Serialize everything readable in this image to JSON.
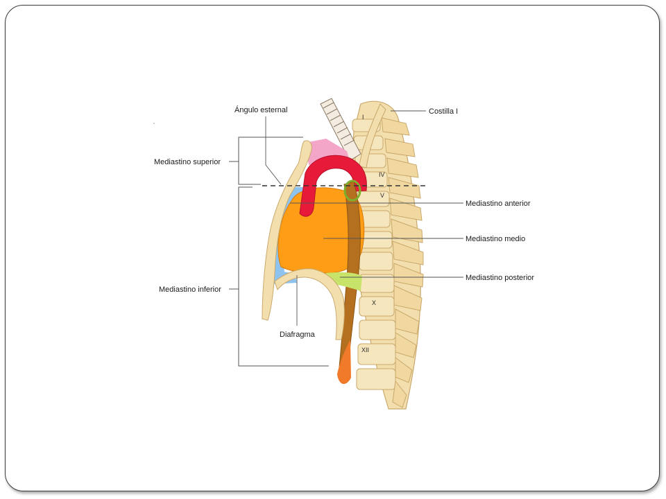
{
  "colors": {
    "bone": "#f3dfae",
    "bone_edge": "#c9a86a",
    "anterior_blue": "#8fc3ef",
    "middle_orange": "#ff9d16",
    "posterior_green": "#c7e36a",
    "superior_pink": "#f3a6c8",
    "aorta_red": "#e81a3a",
    "esophagus_brown": "#b5701f",
    "trachea_white": "#f4ece0"
  },
  "labels": {
    "angulo_esternal": "Ángulo esternal",
    "costilla_i": "Costilla I",
    "mediastino_superior": "Mediastino superior",
    "mediastino_anterior": "Mediastino anterior",
    "mediastino_medio": "Mediastino medio",
    "mediastino_posterior": "Mediastino posterior",
    "mediastino_inferior": "Mediastino inferior",
    "diafragma": "Diafragma"
  },
  "vertebra_numerals": {
    "i": "I",
    "iv": "IV",
    "v": "V",
    "x": "X",
    "xii": "XII"
  }
}
